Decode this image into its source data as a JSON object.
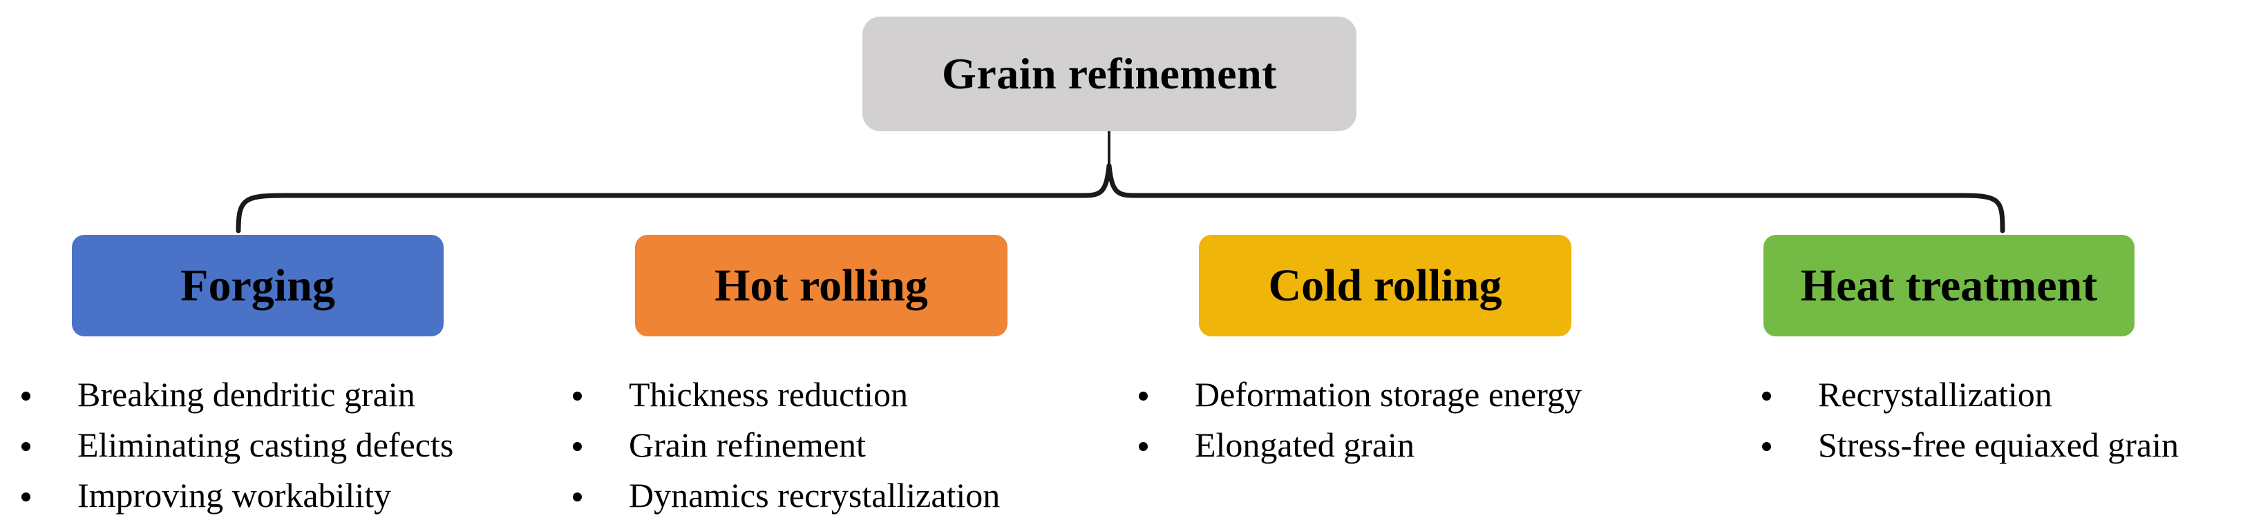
{
  "root": {
    "label": "Grain refinement",
    "bg_color": "#D2D0D0"
  },
  "connector": {
    "type": "curly-brace",
    "color": "#1a1a1a"
  },
  "branches": [
    {
      "label": "Forging",
      "color": "#4A73C8",
      "items": [
        "Breaking dendritic grain",
        "Eliminating casting defects",
        "Improving workability"
      ]
    },
    {
      "label": "Hot rolling",
      "color": "#EE8434",
      "items": [
        "Thickness reduction",
        "Grain refinement",
        "Dynamics recrystallization"
      ]
    },
    {
      "label": "Cold rolling",
      "color": "#EFB50A",
      "items": [
        "Deformation storage energy",
        "Elongated grain"
      ]
    },
    {
      "label": "Heat treatment",
      "color": "#73BB44",
      "items": [
        "Recrystallization",
        "Stress-free equiaxed grain"
      ]
    }
  ]
}
